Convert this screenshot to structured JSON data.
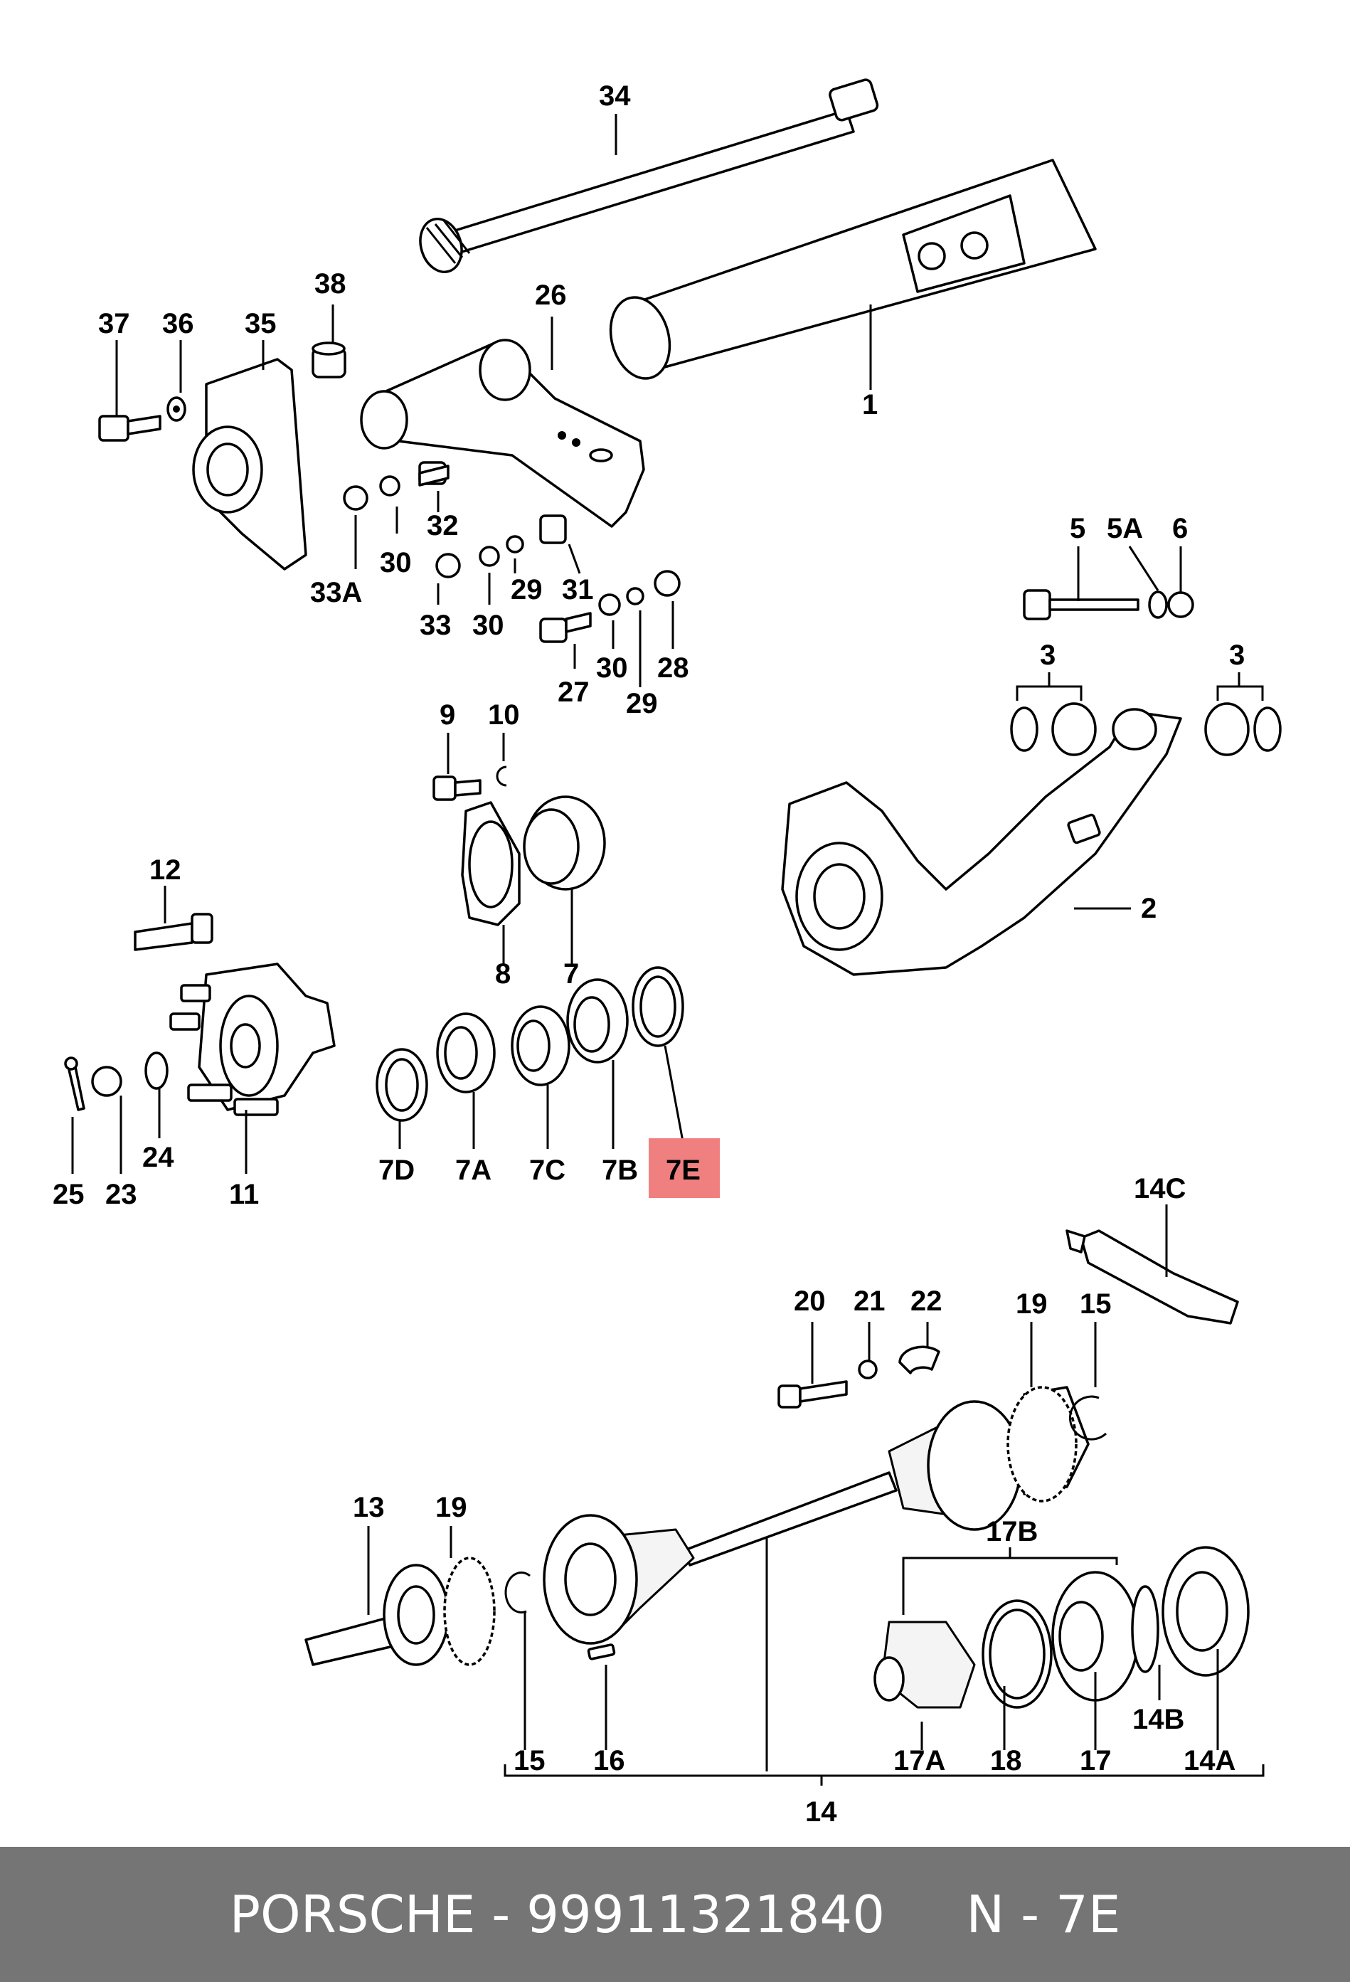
{
  "labels": {
    "l1": "1",
    "l2": "2",
    "l3a": "3",
    "l3b": "3",
    "l5": "5",
    "l5a": "5A",
    "l6": "6",
    "l7": "7",
    "l7a": "7A",
    "l7b": "7B",
    "l7c": "7C",
    "l7d": "7D",
    "l7e": "7E",
    "l8": "8",
    "l9": "9",
    "l10": "10",
    "l11": "11",
    "l12": "12",
    "l13": "13",
    "l14": "14",
    "l14a": "14A",
    "l14b": "14B",
    "l14c": "14C",
    "l15a": "15",
    "l15b": "15",
    "l16": "16",
    "l17": "17",
    "l17a": "17A",
    "l17b": "17B",
    "l18": "18",
    "l19a": "19",
    "l19b": "19",
    "l20": "20",
    "l21": "21",
    "l22": "22",
    "l23": "23",
    "l24": "24",
    "l25": "25",
    "l26": "26",
    "l27": "27",
    "l28": "28",
    "l29a": "29",
    "l29b": "29",
    "l30a": "30",
    "l30b": "30",
    "l30c": "30",
    "l31": "31",
    "l32": "32",
    "l33": "33",
    "l33a": "33A",
    "l34": "34",
    "l35": "35",
    "l36": "36",
    "l37": "37",
    "l38": "38"
  },
  "highlight": {
    "label": "7E",
    "color": "#f08080"
  },
  "footer": {
    "text": "PORSCHE - 99911321840     N - 7E",
    "background": "#757575",
    "color": "#ffffff"
  }
}
